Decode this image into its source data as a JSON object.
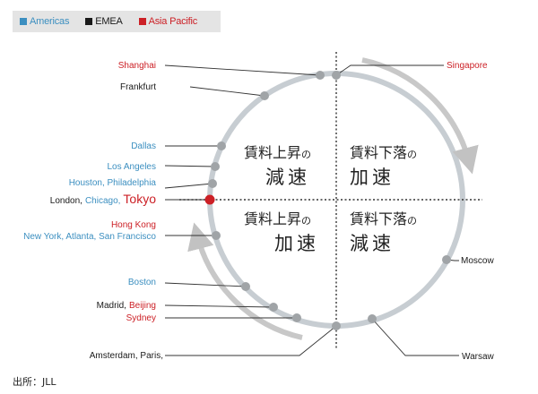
{
  "legend": [
    {
      "label": "Americas",
      "color": "#3c8fc0"
    },
    {
      "label": "EMEA",
      "color": "#1a1a1a"
    },
    {
      "label": "Asia Pacific",
      "color": "#cc2026"
    }
  ],
  "quadrants": {
    "top_left": {
      "line1": "賃料上昇",
      "no": "の",
      "line2": "減速"
    },
    "top_right": {
      "line1": "賃料下落",
      "no": "の",
      "line2": "加速"
    },
    "bottom_left": {
      "line1": "賃料上昇",
      "no": "の",
      "line2": "加速"
    },
    "bottom_right": {
      "line1": "賃料下落",
      "no": "の",
      "line2": "減速"
    }
  },
  "labels": {
    "shanghai": "Shanghai",
    "singapore": "Singapore",
    "frankfurt": "Frankfurt",
    "dallas": "Dallas",
    "los_angeles": "Los Angeles",
    "houston": "Houston, Philadelphia",
    "london": "London,",
    "chicago": "Chicago,",
    "tokyo": "Tokyo",
    "hong_kong": "Hong Kong",
    "new_york": "New York, Atlanta, San Francisco",
    "moscow": "Moscow",
    "boston": "Boston",
    "madrid": "Madrid,",
    "beijing": "Beijing",
    "sydney": "Sydney",
    "amsterdam": "Amsterdam, Paris,",
    "warsaw": "Warsaw"
  },
  "source": "出所：JLL"
}
